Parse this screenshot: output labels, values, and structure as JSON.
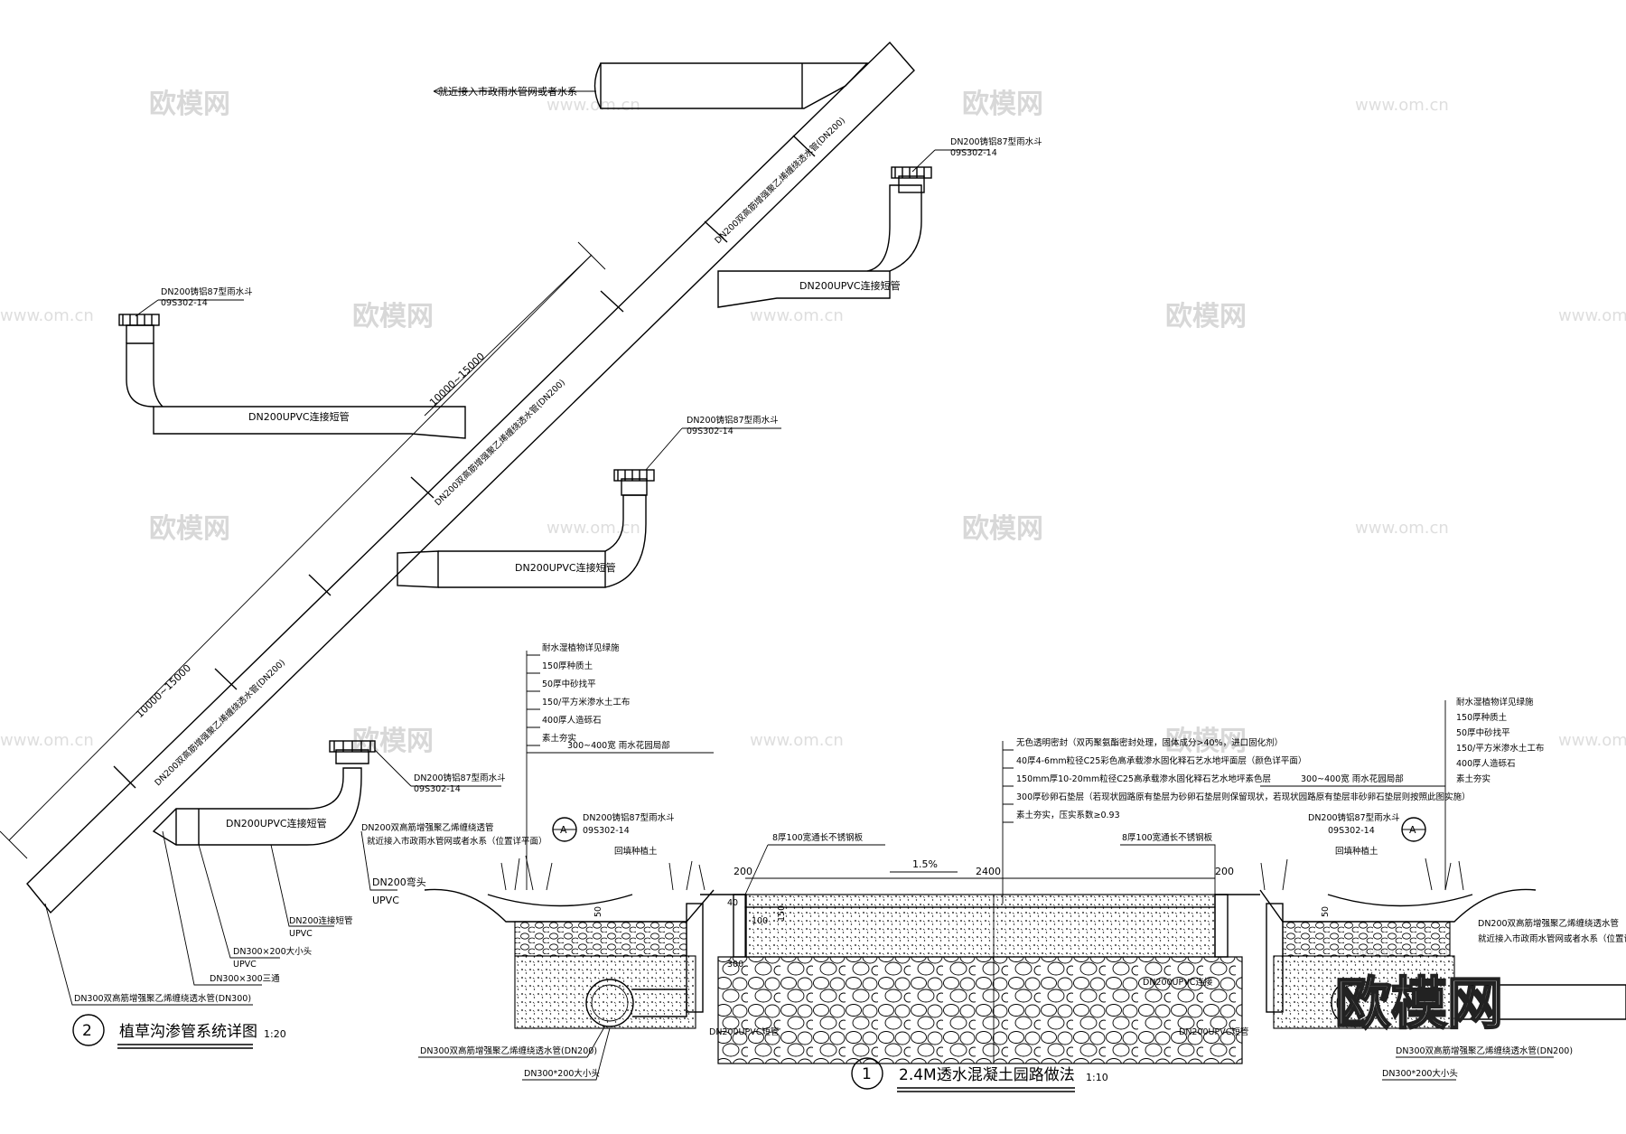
{
  "watermark": {
    "brand": "欧模网",
    "url": "www.om.cn"
  },
  "diagram2": {
    "title": "植草沟渗管系统详图",
    "number": "2",
    "scale": "1:20",
    "outlet_note": "就近接入市政雨水管网或者水系",
    "main_pipe": "DN200双高筋增强聚乙烯缠绕透水管(DN200)",
    "funnel_label": "DN200铸铝87型雨水斗",
    "funnel_code": "09S302-14",
    "connector": "DN200UPVC连接短管",
    "spacing": "10000~15000",
    "elbow": "DN200弯头",
    "elbow_material": "UPVC",
    "connector2": "DN200连接短管",
    "connector2_material": "UPVC",
    "reducer": "DN300×200大小头",
    "reducer_material": "UPVC",
    "tee": "DN300×300三通",
    "main_pipe_300": "DN300双高筋增强聚乙烯缠绕透水管(DN300)"
  },
  "diagram1": {
    "title": "2.4M透水混凝土园路做法",
    "number": "1",
    "scale": "1:10",
    "left_layers": [
      "耐水湿植物详见绿施",
      "150厚种质土",
      "50厚中砂找平",
      "150/平方米渗水土工布",
      "400厚人造砾石",
      "素土夯实"
    ],
    "center_layers": [
      "无色透明密封（双丙聚氨酯密封处理，固体成分>40%，进口固化剂）",
      "40厚4-6mm粒径C25彩色高承载渗水固化释石艺水地坪面层（颜色详平面）",
      "150mm厚10-20mm粒径C25高承载渗水固化释石艺水地坪素色层",
      "300厚砂卵石垫层（若现状园路原有垫层为砂卵石垫层则保留现状，若现状园路原有垫层非砂卵石垫层则按照此图实施）",
      "素土夯实，压实系数≥0.93"
    ],
    "right_layers": [
      "耐水湿植物详见绿施",
      "150厚种质土",
      "50厚中砂找平",
      "150/平方米渗水土工布",
      "400厚人造砾石",
      "素土夯实"
    ],
    "width_dim": "300~400宽 雨水花园局部",
    "funnel_label": "DN200铸铝87型雨水斗",
    "funnel_code": "09S302-14",
    "section_mark": "A",
    "backfill": "回填种植土",
    "steel_plate": "8厚100宽通长不锈钢板",
    "slope": "1.5%",
    "road_width": "2400",
    "edge_dim": "200",
    "dim_40": "40",
    "dim_100": "100",
    "dim_150": "150",
    "dim_300": "300",
    "dim_50": "50",
    "upvc_pipe": "DN200UPVC短管",
    "upvc_connect": "DN200UPVC连接",
    "perm_pipe": "DN300双高筋增强聚乙烯缠绕透水管(DN200)",
    "reducer": "DN300*200大小头",
    "right_pipe": "DN200双高筋增强聚乙烯缠绕透水管",
    "right_outlet": "就近接入市政雨水管网或者水系（位置详平面）",
    "left_pipe": "DN200双高筋增强聚乙烯缠绕透管",
    "left_outlet": "就近接入市政雨水管网或者水系（位置详平面）"
  }
}
